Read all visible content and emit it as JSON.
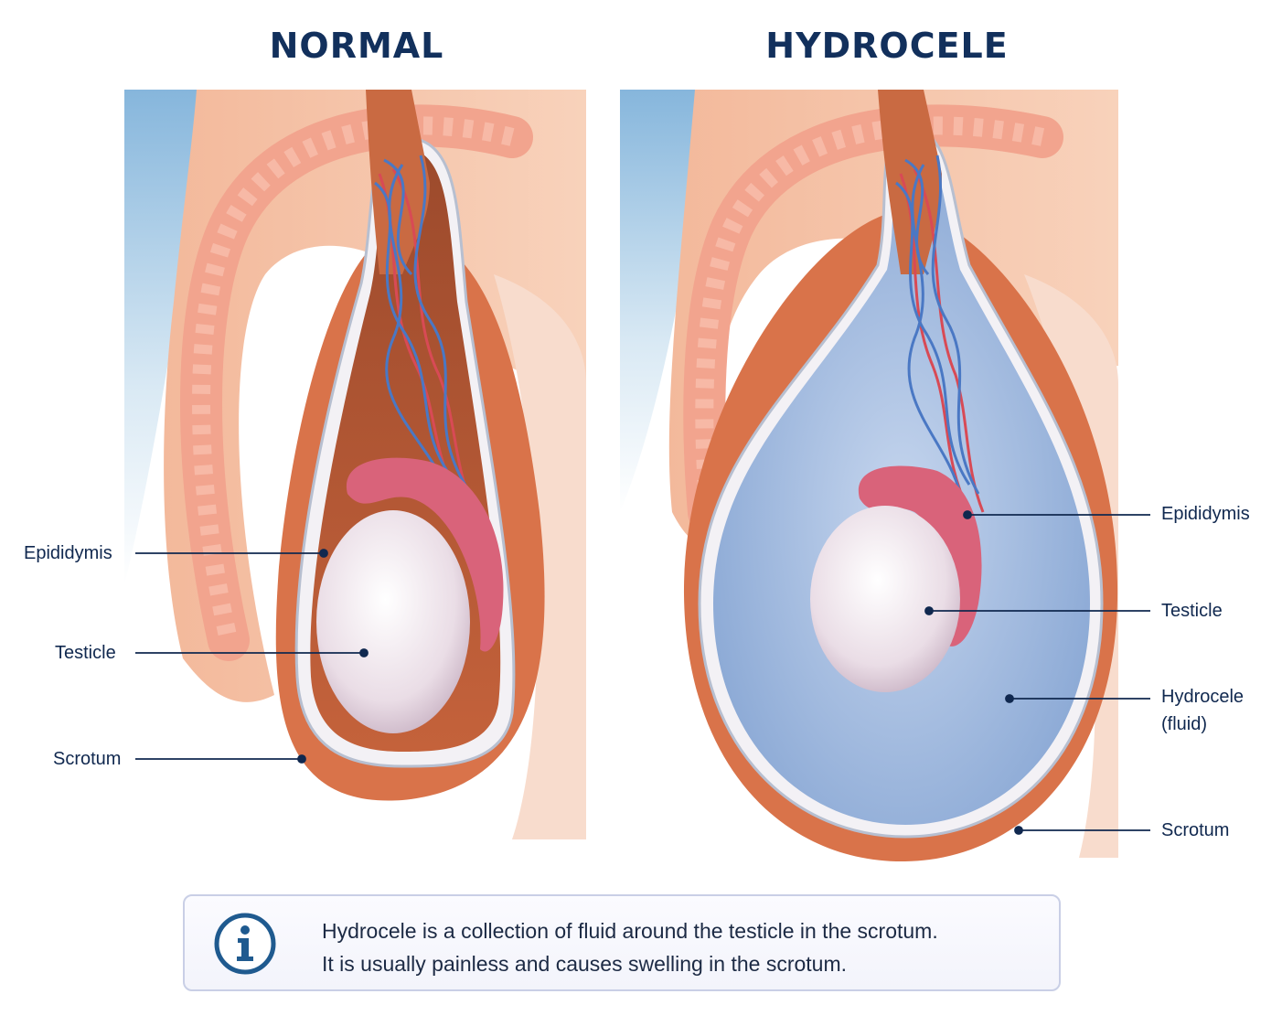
{
  "titles": {
    "normal": "NORMAL",
    "hydrocele": "HYDROCELE"
  },
  "normal_labels": {
    "epididymis": "Epididymis",
    "testicle": "Testicle",
    "scrotum": "Scrotum"
  },
  "hydrocele_labels": {
    "epididymis": "Epididymis",
    "testicle": "Testicle",
    "hydrocele": "Hydrocele\n(fluid)",
    "scrotum": "Scrotum"
  },
  "info": {
    "line1": "Hydrocele is a collection of fluid around the testicle in the scrotum.",
    "line2": "It is usually painless and causes swelling in the scrotum."
  },
  "icon": "info-icon",
  "colors": {
    "title": "#12305c",
    "skin": "#f6c2a6",
    "scrotum_wall": "#d9734a",
    "fluid": "#9fb8dc",
    "testicle": "#ece2ea",
    "epididymis": "#d9637a",
    "vein": "#4a78c4",
    "artery": "#d84a55"
  }
}
